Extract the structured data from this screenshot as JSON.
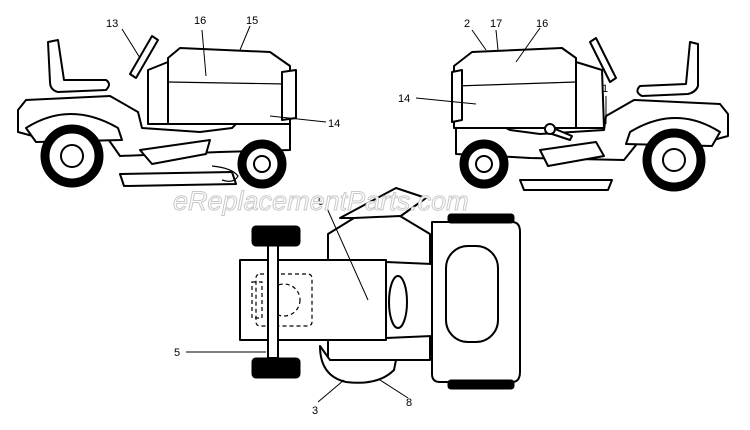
{
  "watermark": "eReplacementParts.com",
  "callouts": {
    "left_view": [
      "13",
      "16",
      "15",
      "14"
    ],
    "right_view": [
      "2",
      "17",
      "16",
      "14",
      "1"
    ],
    "top_view": [
      "9",
      "5",
      "3",
      "8"
    ]
  }
}
